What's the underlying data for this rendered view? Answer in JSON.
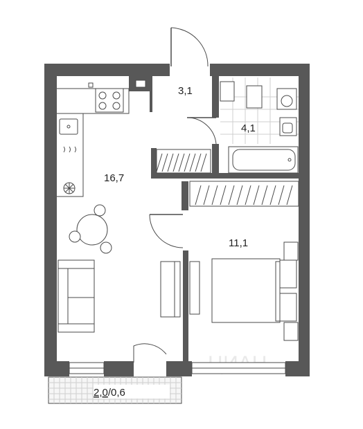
{
  "rooms": {
    "hallway": {
      "area": "3,1"
    },
    "bathroom": {
      "area": "4,1"
    },
    "kitchen_living": {
      "area": "16,7"
    },
    "bedroom": {
      "area": "11,1"
    },
    "balcony": {
      "area_a": "2,0",
      "separator": "/",
      "area_b": "0,6"
    }
  },
  "watermark": "ЦИАН"
}
